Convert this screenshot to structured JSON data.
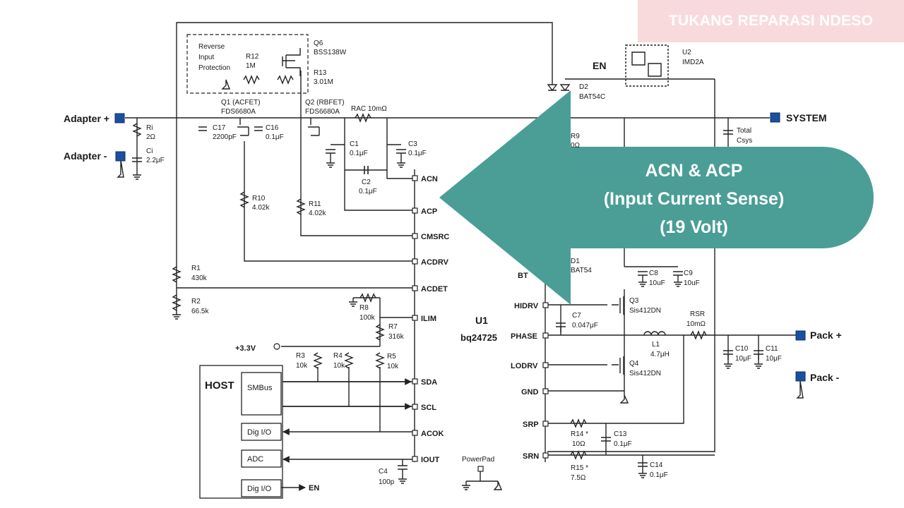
{
  "watermark": "TUKANG REPARASI NDESO",
  "callout": {
    "line1": "ACN & ACP",
    "line2": "(Input Current Sense)",
    "line3": "(19 Volt)",
    "color": "#4a9e96"
  },
  "ports": {
    "adapter_plus": "Adapter +",
    "adapter_minus": "Adapter -",
    "system": "SYSTEM",
    "pack_plus": "Pack +",
    "pack_minus": "Pack -",
    "v33": "+3.3V",
    "en_out": "EN",
    "en_in": "EN"
  },
  "protection": {
    "line1": "Reverse",
    "line2": "Input",
    "line3": "Protection"
  },
  "ic": {
    "ref": "U1",
    "part": "bq24725",
    "powerpad": "PowerPad",
    "left_pins": [
      "ACN",
      "ACP",
      "CMSRC",
      "ACDRV",
      "ACDET",
      "ILIM",
      "SDA",
      "SCL",
      "ACOK",
      "IOUT"
    ],
    "right_pins": [
      "BT",
      "HIDRV",
      "PHASE",
      "LODRV",
      "GND",
      "SRP",
      "SRN"
    ]
  },
  "host": {
    "title": "HOST",
    "smbus": "SMBus",
    "dig_io_1": "Dig I/O",
    "adc": "ADC",
    "dig_io_2": "Dig I/O"
  },
  "components": {
    "ri": [
      "Ri",
      "2Ω"
    ],
    "ci": [
      "Ci",
      "2.2μF"
    ],
    "q6": [
      "Q6",
      "BSS138W"
    ],
    "r12": [
      "R12",
      "1M"
    ],
    "r13": [
      "R13",
      "3.01M"
    ],
    "q1": [
      "Q1 (ACFET)",
      "FDS6680A"
    ],
    "q2": [
      "Q2 (RBFET)",
      "FDS6680A"
    ],
    "rac": "RAC  10mΩ",
    "c17": [
      "C17",
      "2200pF"
    ],
    "c16": [
      "C16",
      "0.1μF"
    ],
    "c1": [
      "C1",
      "0.1μF"
    ],
    "c2": [
      "C2",
      "0.1μF"
    ],
    "c3": [
      "C3",
      "0.1μF"
    ],
    "r10": [
      "R10",
      "4.02k"
    ],
    "r11": [
      "R11",
      "4.02k"
    ],
    "r1": [
      "R1",
      "430k"
    ],
    "r2": [
      "R2",
      "66.5k"
    ],
    "r8": [
      "R8",
      "100k"
    ],
    "r7": [
      "R7",
      "316k"
    ],
    "r3": [
      "R3",
      "10k"
    ],
    "r4": [
      "R4",
      "10k"
    ],
    "r5": [
      "R5",
      "10k"
    ],
    "c4": [
      "C4",
      "100p"
    ],
    "u2": [
      "U2",
      "IMD2A"
    ],
    "d2": [
      "D2",
      "BAT54C"
    ],
    "r9": [
      "R9",
      "0Ω"
    ],
    "csys": [
      "Total",
      "Csys"
    ],
    "d1": [
      "D1",
      "BAT54"
    ],
    "c8": [
      "C8",
      "10uF"
    ],
    "c9": [
      "C9",
      "10uF"
    ],
    "q3": [
      "Q3",
      "Sis412DN"
    ],
    "q4": [
      "Q4",
      "Sis412DN"
    ],
    "c7": [
      "C7",
      "0.047μF"
    ],
    "l1": [
      "L1",
      "4.7μH"
    ],
    "rsr": [
      "RSR",
      "10mΩ"
    ],
    "c10": [
      "C10",
      "10μF"
    ],
    "c11": [
      "C11",
      "10μF"
    ],
    "r14": [
      "R14 *",
      "10Ω"
    ],
    "r15": [
      "R15 *",
      "7.5Ω"
    ],
    "c13": [
      "C13",
      "0.1μF"
    ],
    "c14": [
      "C14",
      "0.1μF"
    ]
  }
}
